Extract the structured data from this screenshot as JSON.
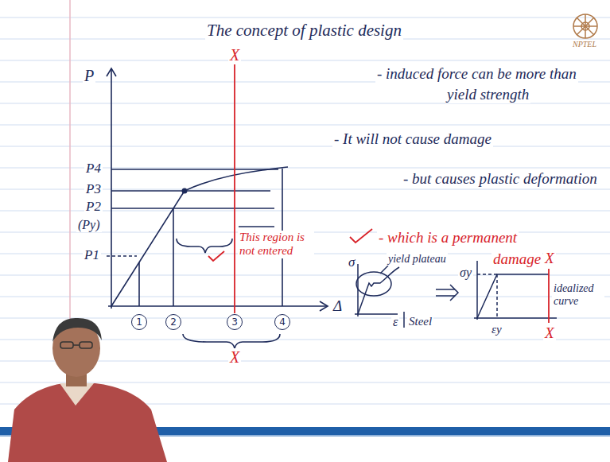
{
  "diagram": {
    "title": "The concept of plastic design",
    "labels": [
      "- induced force can be more than",
      "yield strength",
      "P",
      "P4",
      "P3",
      "P2",
      "(Py)",
      "P1",
      "X",
      "- It will not cause damage",
      "- but causes plastic deformation",
      "This region is not entered",
      "- which is a permanent",
      "damage",
      "Δ",
      "1",
      "2",
      "3",
      "4",
      "X",
      "σ",
      "yield plateau",
      "ε",
      "Steel",
      "σy",
      "εy",
      "idealized curve",
      "X",
      "X",
      "NPTEL"
    ]
  }
}
